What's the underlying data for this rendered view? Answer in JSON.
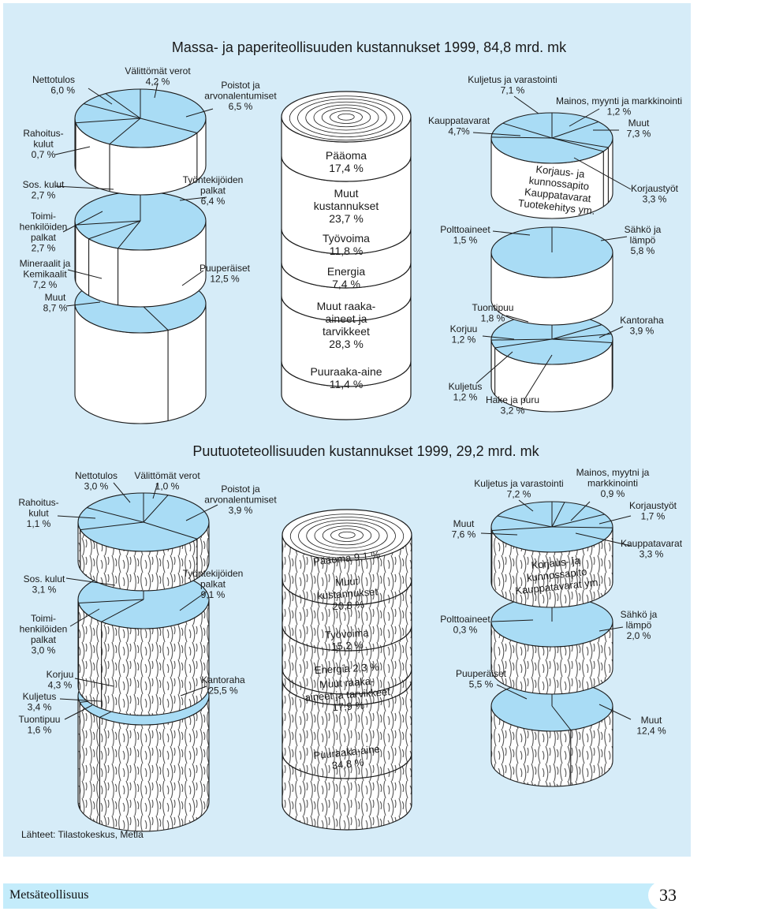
{
  "colors": {
    "panel": "#d6ecf8",
    "slice": "#a9dcf5",
    "wall": "#ffffff",
    "line": "#1a1a1a",
    "footer": "#c4ecfb"
  },
  "icons": {
    "wood-texture": "bark-pattern"
  },
  "paper": {
    "title": "Massa- ja paperiteollisuuden kustannukset 1999, 84,8 mrd. mk",
    "left": [
      {
        "t": "Nettotulos\n6,0 %"
      },
      {
        "t": "Välittömät verot\n4,2 %"
      },
      {
        "t": "Poistot ja\narvonalentumiset\n6,5 %"
      },
      {
        "t": "Rahoitus-\nkulut\n0,7 %"
      },
      {
        "t": "Sos. kulut\n2,7 %"
      },
      {
        "t": "Työntekijöiden\npalkat\n6,4 %"
      },
      {
        "t": "Toimi-\nhenkilöiden\npalkat\n2,7 %"
      },
      {
        "t": "Mineraalit ja\nKemikaalit\n7,2 %"
      },
      {
        "t": "Puuperäiset\n12,5 %"
      },
      {
        "t": "Muut\n8,7 %"
      }
    ],
    "center": [
      {
        "t": "Pääoma\n17,4 %"
      },
      {
        "t": "Muut\nkustannukset\n23,7 %"
      },
      {
        "t": "Työvoima\n11,8 %"
      },
      {
        "t": "Energia\n7,4 %"
      },
      {
        "t": "Muut raaka-\naineet ja\ntarvikkeet\n28,3 %"
      },
      {
        "t": "Puuraaka-aine\n11,4 %"
      }
    ],
    "right": [
      {
        "t": "Kuljetus ja varastointi\n7,1 %"
      },
      {
        "t": "Mainos, myynti ja markkinointi\n1,2 %"
      },
      {
        "t": "Kauppatavarat\n4,7%"
      },
      {
        "t": "Muut\n7,3 %"
      },
      {
        "t": "Korjaus- ja\nkunnossapito\nKauppatavarat\nTuotekehitys ym."
      },
      {
        "t": "Korjaustyöt\n3,3 %"
      },
      {
        "t": "Polttoaineet\n1,5 %"
      },
      {
        "t": "Sähkö ja\nlämpö\n5,8 %"
      },
      {
        "t": "Tuontipuu\n1,8 %"
      },
      {
        "t": "Korjuu\n1,2 %"
      },
      {
        "t": "Kantoraha\n3,9 %"
      },
      {
        "t": "Kuljetus\n1,2 %"
      },
      {
        "t": "Hake ja puru\n3,2 %"
      }
    ]
  },
  "wood": {
    "title": "Puutuoteteollisuuden kustannukset 1999, 29,2 mrd. mk",
    "left": [
      {
        "t": "Nettotulos\n3,0 %"
      },
      {
        "t": "Välittömät verot\n1,0 %"
      },
      {
        "t": "Poistot ja\narvonalentumiset\n3,9 %"
      },
      {
        "t": "Rahoitus-\nkulut\n1,1 %"
      },
      {
        "t": "Sos. kulut\n3,1 %"
      },
      {
        "t": "Työntekijöiden\npalkat\n9,1 %"
      },
      {
        "t": "Toimi-\nhenkilöiden\npalkat\n3,0 %"
      },
      {
        "t": "Korjuu\n4,3 %"
      },
      {
        "t": "Kuljetus\n3,4 %"
      },
      {
        "t": "Tuontipuu\n1,6 %"
      },
      {
        "t": "Kantoraha\n25,5 %"
      }
    ],
    "center": [
      {
        "t": "Pääoma 9,1 %"
      },
      {
        "t": "Muut\nkustannukset\n20,8 %"
      },
      {
        "t": "Työvoima\n15,2 %"
      },
      {
        "t": "Energia 2,3 %"
      },
      {
        "t": "Muut raaka-\naineet ja tarvikkeet\n17,9 %"
      },
      {
        "t": "Puuraaka-aine\n34,8 %"
      }
    ],
    "right": [
      {
        "t": "Mainos, myytni ja\nmarkkinointi\n0,9 %"
      },
      {
        "t": "Kuljetus ja varastointi\n7,2 %"
      },
      {
        "t": "Korjaustyöt\n1,7 %"
      },
      {
        "t": "Muut\n7,6 %"
      },
      {
        "t": "Kauppatavarat\n3,3 %"
      },
      {
        "t": "Korjaus- ja\nkunnossapito\nKauppatavarat ym."
      },
      {
        "t": "Polttoaineet\n0,3 %"
      },
      {
        "t": "Sähkö ja\nlämpö\n2,0 %"
      },
      {
        "t": "Puuperäiset\n5,5 %"
      },
      {
        "t": "Muut\n12,4 %"
      }
    ]
  },
  "source": "Lähteet: Tilastokeskus, Metla",
  "footer": {
    "title": "Metsäteollisuus",
    "page": "33"
  }
}
